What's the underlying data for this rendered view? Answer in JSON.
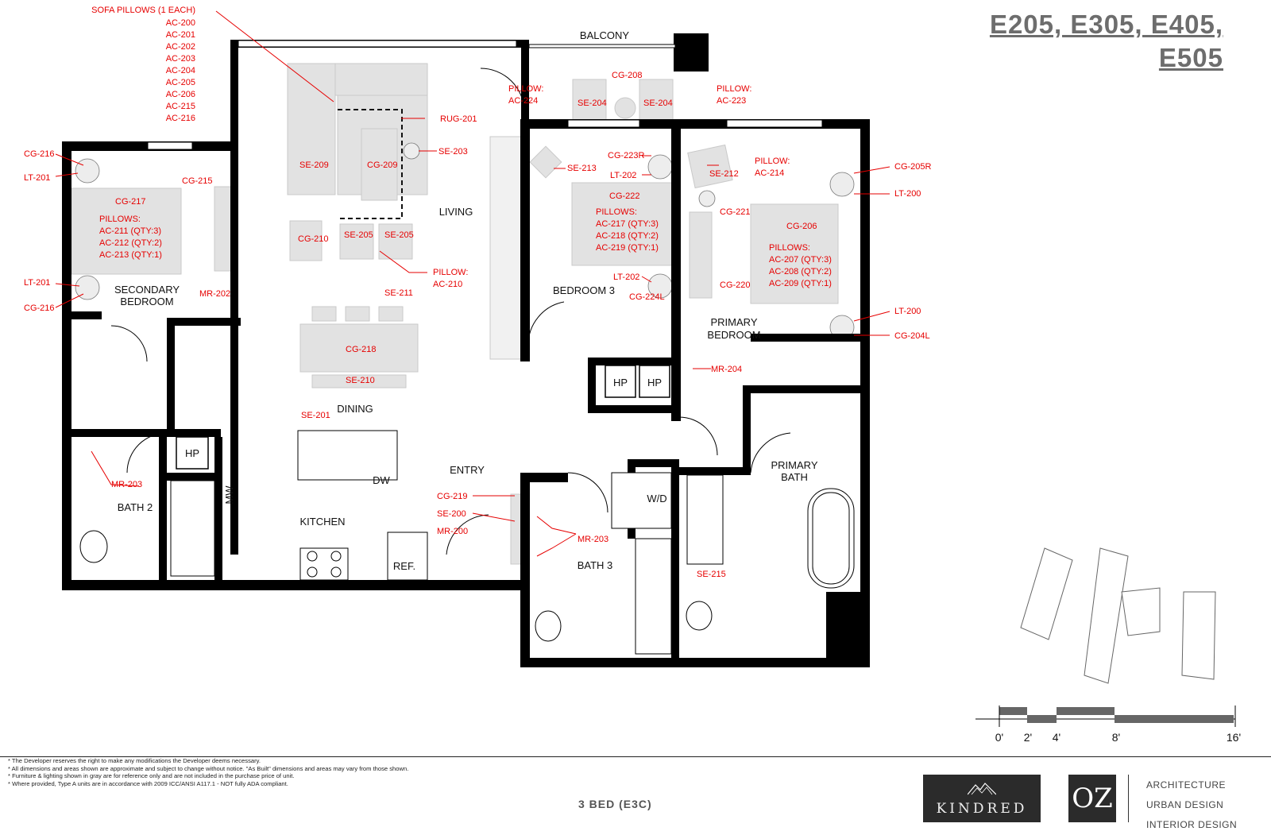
{
  "unit_title": [
    "E205, E305, E405,",
    "E505"
  ],
  "unit_type": "3 BED (E3C)",
  "notes": [
    "* The Developer reserves the right to make any modifications the Developer deems necessary.",
    "* All dimensions and areas shown are approximate and subject to change without notice. \"As Built\" dimensions and areas may vary from those shown.",
    "* Furniture & lighting shown in gray are for reference only and are not included in the purchase price of unit.",
    "* Where provided, Type A units are in accordance with 2009 ICC/ANSI A117.1 - NOT fully ADA compliant."
  ],
  "logos": {
    "kindred": "KINDRED",
    "oz": "OZ",
    "firm_lines": [
      "ARCHITECTURE",
      "URBAN DESIGN",
      "INTERIOR DESIGN"
    ]
  },
  "scale_labels": [
    "0'",
    "2'",
    "4'",
    "8'",
    "16'"
  ],
  "rooms": [
    {
      "id": "balcony",
      "text": "BALCONY"
    },
    {
      "id": "living",
      "text": "LIVING"
    },
    {
      "id": "secondary-bedroom-1",
      "text": "SECONDARY"
    },
    {
      "id": "secondary-bedroom-2",
      "text": "BEDROOM"
    },
    {
      "id": "dining",
      "text": "DINING"
    },
    {
      "id": "entry",
      "text": "ENTRY"
    },
    {
      "id": "kitchen",
      "text": "KITCHEN"
    },
    {
      "id": "bath-2",
      "text": "BATH 2"
    },
    {
      "id": "bedroom-3",
      "text": "BEDROOM 3"
    },
    {
      "id": "bath-3",
      "text": "BATH 3"
    },
    {
      "id": "primary-bedroom-1",
      "text": "PRIMARY"
    },
    {
      "id": "primary-bedroom-2",
      "text": "BEDROOM"
    },
    {
      "id": "primary-bath-1",
      "text": "PRIMARY"
    },
    {
      "id": "primary-bath-2",
      "text": "BATH"
    }
  ],
  "fixtures": [
    {
      "id": "hp-1",
      "text": "HP"
    },
    {
      "id": "hp-2",
      "text": "HP"
    },
    {
      "id": "hp-3",
      "text": "HP"
    },
    {
      "id": "wd",
      "text": "W/D"
    },
    {
      "id": "dw",
      "text": "DW"
    },
    {
      "id": "mw",
      "text": "MW"
    },
    {
      "id": "ref",
      "text": "REF."
    }
  ],
  "tags": [
    {
      "id": "sofa-pillows-title",
      "text": "SOFA PILLOWS (1 EACH)"
    },
    {
      "id": "sp-1",
      "text": "AC-200"
    },
    {
      "id": "sp-2",
      "text": "AC-201"
    },
    {
      "id": "sp-3",
      "text": "AC-202"
    },
    {
      "id": "sp-4",
      "text": "AC-203"
    },
    {
      "id": "sp-5",
      "text": "AC-204"
    },
    {
      "id": "sp-6",
      "text": "AC-205"
    },
    {
      "id": "sp-7",
      "text": "AC-206"
    },
    {
      "id": "sp-8",
      "text": "AC-215"
    },
    {
      "id": "sp-9",
      "text": "AC-216"
    },
    {
      "id": "pillow-ac224-a",
      "text": "PILLOW:"
    },
    {
      "id": "pillow-ac224-b",
      "text": "AC-224"
    },
    {
      "id": "cg-208",
      "text": "CG-208"
    },
    {
      "id": "se-204-a",
      "text": "SE-204"
    },
    {
      "id": "se-204-b",
      "text": "SE-204"
    },
    {
      "id": "pillow-ac223-a",
      "text": "PILLOW:"
    },
    {
      "id": "pillow-ac223-b",
      "text": "AC-223"
    },
    {
      "id": "rug-201",
      "text": "RUG-201"
    },
    {
      "id": "se-203",
      "text": "SE-203"
    },
    {
      "id": "se-209",
      "text": "SE-209"
    },
    {
      "id": "cg-209",
      "text": "CG-209"
    },
    {
      "id": "cg-210",
      "text": "CG-210"
    },
    {
      "id": "se-205-a",
      "text": "SE-205"
    },
    {
      "id": "se-205-b",
      "text": "SE-205"
    },
    {
      "id": "pillow-ac210-a",
      "text": "PILLOW:"
    },
    {
      "id": "pillow-ac210-b",
      "text": "AC-210"
    },
    {
      "id": "cg-216-a",
      "text": "CG-216"
    },
    {
      "id": "lt-201-a",
      "text": "LT-201"
    },
    {
      "id": "cg-215",
      "text": "CG-215"
    },
    {
      "id": "cg-217",
      "text": "CG-217"
    },
    {
      "id": "pillows-217-0",
      "text": "PILLOWS:"
    },
    {
      "id": "pillows-217-1",
      "text": "AC-211 (QTY:3)"
    },
    {
      "id": "pillows-217-2",
      "text": "AC-212 (QTY:2)"
    },
    {
      "id": "pillows-217-3",
      "text": "AC-213 (QTY:1)"
    },
    {
      "id": "lt-201-b",
      "text": "LT-201"
    },
    {
      "id": "cg-216-b",
      "text": "CG-216"
    },
    {
      "id": "mr-202",
      "text": "MR-202"
    },
    {
      "id": "se-211",
      "text": "SE-211"
    },
    {
      "id": "cg-218",
      "text": "CG-218"
    },
    {
      "id": "se-210",
      "text": "SE-210"
    },
    {
      "id": "se-201",
      "text": "SE-201"
    },
    {
      "id": "mr-203-a",
      "text": "MR-203"
    },
    {
      "id": "cg-219",
      "text": "CG-219"
    },
    {
      "id": "se-200",
      "text": "SE-200"
    },
    {
      "id": "mr-200",
      "text": "MR-200"
    },
    {
      "id": "mr-203-b",
      "text": "MR-203"
    },
    {
      "id": "se-213",
      "text": "SE-213"
    },
    {
      "id": "cg-223r",
      "text": "CG-223R"
    },
    {
      "id": "lt-202-a",
      "text": "LT-202"
    },
    {
      "id": "cg-222",
      "text": "CG-222"
    },
    {
      "id": "pillows-222-0",
      "text": "PILLOWS:"
    },
    {
      "id": "pillows-222-1",
      "text": "AC-217 (QTY:3)"
    },
    {
      "id": "pillows-222-2",
      "text": "AC-218 (QTY:2)"
    },
    {
      "id": "pillows-222-3",
      "text": "AC-219 (QTY:1)"
    },
    {
      "id": "lt-202-b",
      "text": "LT-202"
    },
    {
      "id": "cg-224l",
      "text": "CG-224L"
    },
    {
      "id": "se-212",
      "text": "SE-212"
    },
    {
      "id": "pillow-ac214-a",
      "text": "PILLOW:"
    },
    {
      "id": "pillow-ac214-b",
      "text": "AC-214"
    },
    {
      "id": "cg-221",
      "text": "CG-221"
    },
    {
      "id": "cg-205r",
      "text": "CG-205R"
    },
    {
      "id": "lt-200-a",
      "text": "LT-200"
    },
    {
      "id": "cg-206",
      "text": "CG-206"
    },
    {
      "id": "pillows-206-0",
      "text": "PILLOWS:"
    },
    {
      "id": "pillows-206-1",
      "text": "AC-207 (QTY:3)"
    },
    {
      "id": "pillows-206-2",
      "text": "AC-208 (QTY:2)"
    },
    {
      "id": "pillows-206-3",
      "text": "AC-209 (QTY:1)"
    },
    {
      "id": "cg-220",
      "text": "CG-220"
    },
    {
      "id": "lt-200-b",
      "text": "LT-200"
    },
    {
      "id": "cg-204l",
      "text": "CG-204L"
    },
    {
      "id": "mr-204",
      "text": "MR-204"
    },
    {
      "id": "se-215",
      "text": "SE-215"
    }
  ],
  "colors": {
    "wall": "#000000",
    "furniture": "#e2e2e2",
    "annotation": "#e60000",
    "title": "#6d6d6d"
  }
}
